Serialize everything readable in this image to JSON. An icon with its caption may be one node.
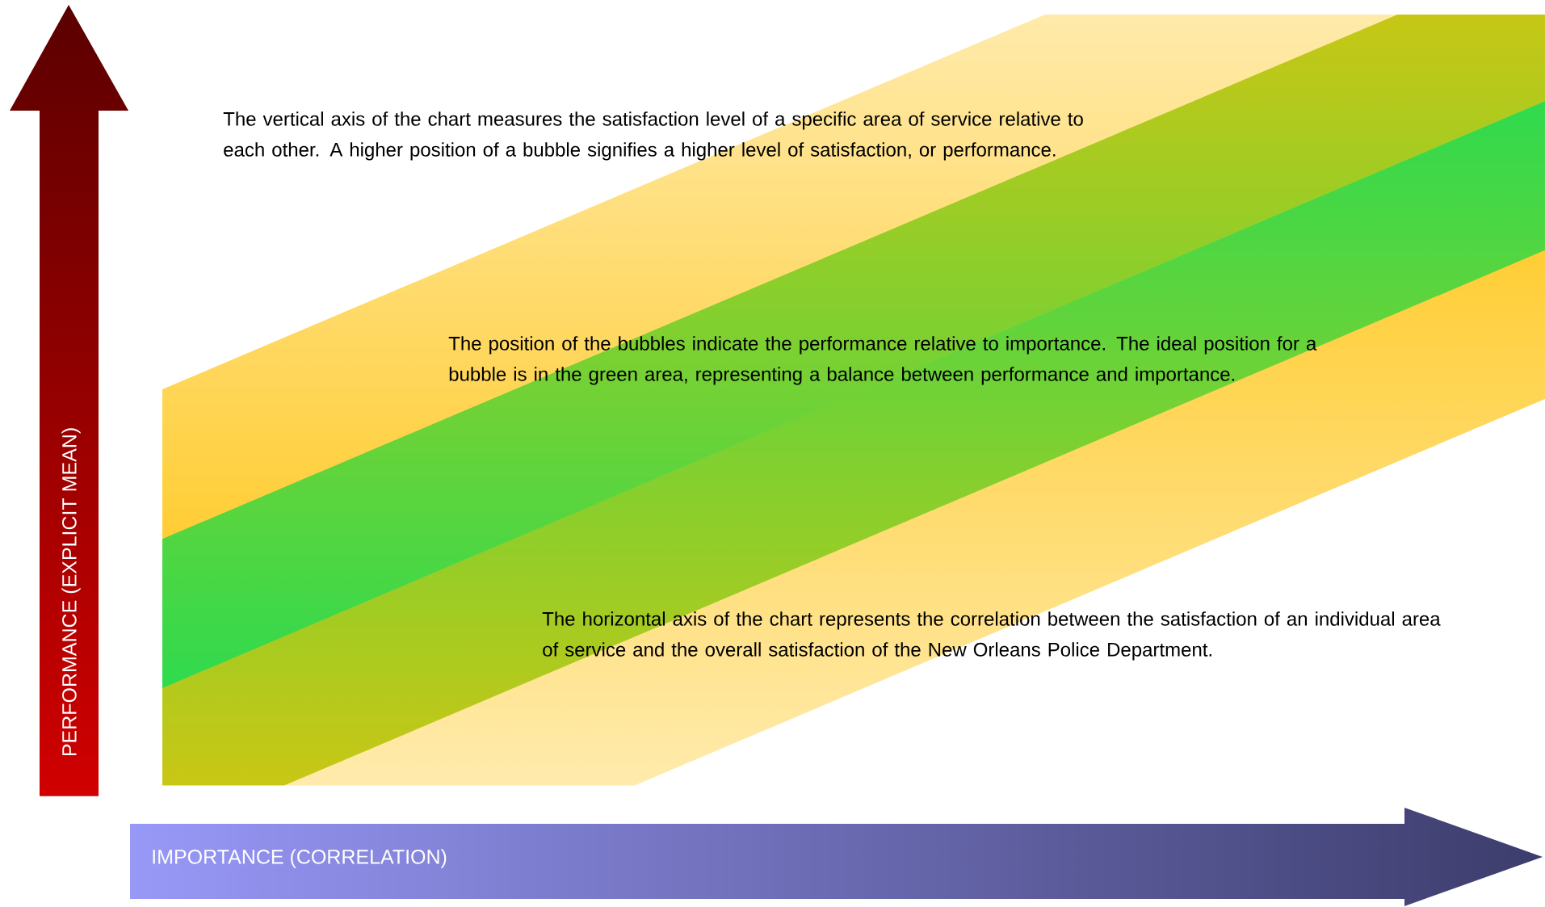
{
  "diagram": {
    "nodes": [
      {
        "text": [
          "PERFORMANCE (EXPLICIT MEAN)"
        ]
      },
      {
        "text": [
          "IMPORTANCE (CORRELATION)"
        ]
      }
    ],
    "labels": [
      "The vertical axis of the chart measures the satisfaction level of a specific area of service relative to each other.  A higher position of a bubble signifies a higher level of satisfaction, or performance.",
      "The position of the bubbles indicate the performance relative to importance.  The ideal position for a bubble is in the green area, representing a balance between performance and importance.",
      "The horizontal axis of the chart represents the correlation between the satisfaction of an individual area of service and the overall satisfaction of the New Orleans Police Department."
    ]
  }
}
